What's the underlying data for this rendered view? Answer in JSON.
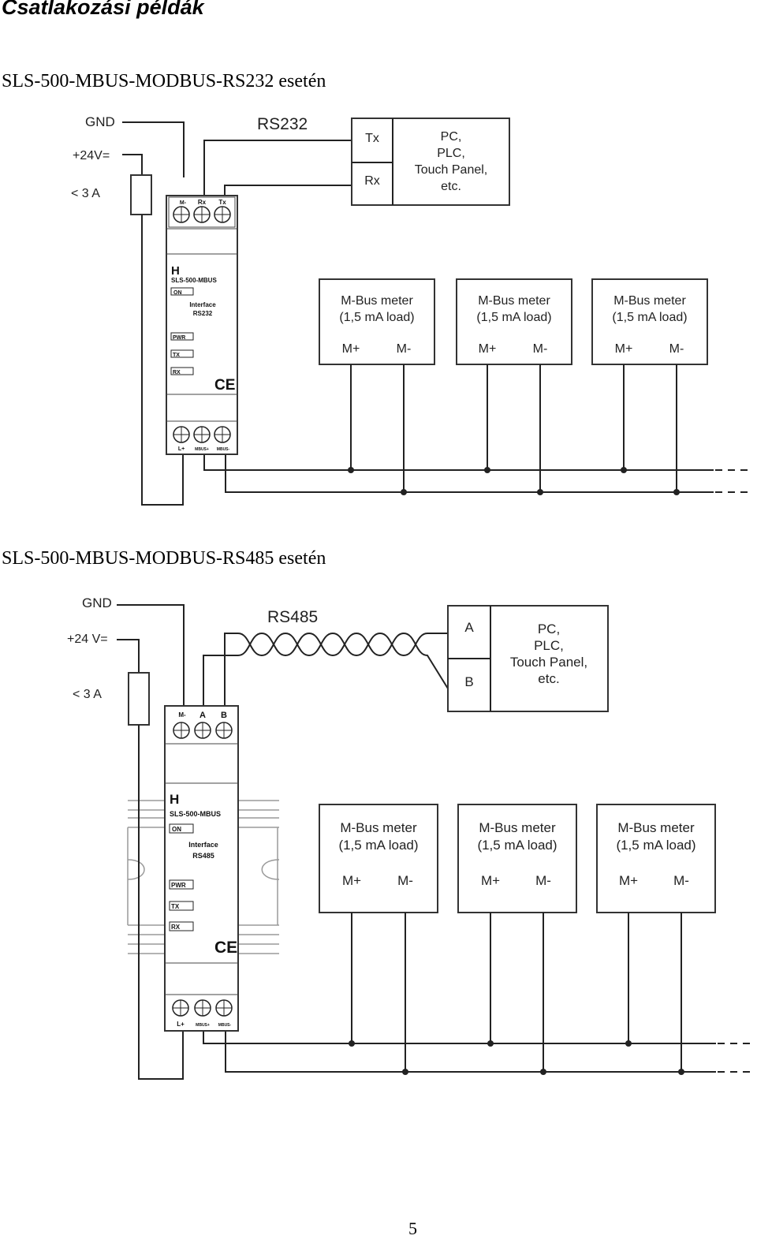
{
  "heading": "Csatlakozási példák",
  "section_rs232": {
    "title": "SLS-500-MBUS-MODBUS-RS232 esetén",
    "gnd_label": "GND",
    "supply_label": "+24V=",
    "current_label": "< 3 A",
    "bus_label": "RS232",
    "host_ports": [
      "Tx",
      "Rx"
    ],
    "host_lines": [
      "PC,",
      "PLC,",
      "Touch Panel,",
      "etc."
    ],
    "top_terminals": [
      "M-",
      "Rx",
      "Tx"
    ],
    "device": {
      "name": "SLS-500-MBUS",
      "on": "ON",
      "iface1": "Interface",
      "iface2": "RS232",
      "leds": [
        "PWR",
        "TX",
        "RX"
      ],
      "ce": "CE"
    },
    "bottom_terminals": [
      "L+",
      "MBUS+",
      "MBUS-"
    ],
    "meters": [
      {
        "title": "M-Bus meter",
        "load": "(1,5 mA load)",
        "plus": "M+",
        "minus": "M-"
      },
      {
        "title": "M-Bus meter",
        "load": "(1,5 mA load)",
        "plus": "M+",
        "minus": "M-"
      },
      {
        "title": "M-Bus meter",
        "load": "(1,5 mA load)",
        "plus": "M+",
        "minus": "M-"
      }
    ]
  },
  "section_rs485": {
    "title": "SLS-500-MBUS-MODBUS-RS485 esetén",
    "gnd_label": "GND",
    "supply_label": "+24 V=",
    "current_label": "< 3 A",
    "bus_label": "RS485",
    "host_ports": [
      "A",
      "B"
    ],
    "host_lines": [
      "PC,",
      "PLC,",
      "Touch Panel,",
      "etc."
    ],
    "top_terminals": [
      "M-",
      "A",
      "B"
    ],
    "device": {
      "name": "SLS-500-MBUS",
      "on": "ON",
      "iface1": "Interface",
      "iface2": "RS485",
      "leds": [
        "PWR",
        "TX",
        "RX"
      ],
      "ce": "CE"
    },
    "bottom_terminals": [
      "L+",
      "MBUS+",
      "MBUS-"
    ],
    "meters": [
      {
        "title": "M-Bus meter",
        "load": "(1,5 mA load)",
        "plus": "M+",
        "minus": "M-"
      },
      {
        "title": "M-Bus meter",
        "load": "(1,5 mA load)",
        "plus": "M+",
        "minus": "M-"
      },
      {
        "title": "M-Bus meter",
        "load": "(1,5 mA load)",
        "plus": "M+",
        "minus": "M-"
      }
    ]
  },
  "page_number": "5"
}
